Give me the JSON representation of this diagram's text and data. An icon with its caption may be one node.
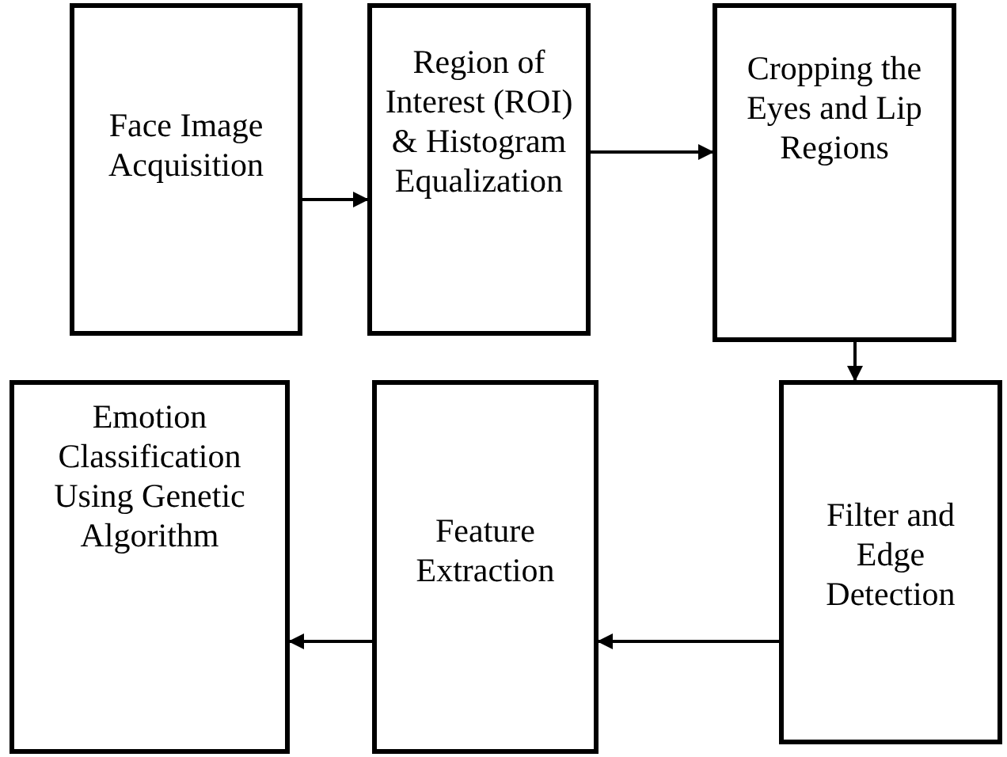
{
  "diagram": {
    "nodes": [
      {
        "text": [
          "Face Image Acquisition"
        ]
      },
      {
        "text": [
          "Region of Interest (ROI) & Histogram Equalization"
        ]
      },
      {
        "text": [
          "Cropping the Eyes and Lip Regions"
        ]
      },
      {
        "text": [
          "Filter and Edge Detection"
        ]
      },
      {
        "text": [
          "Feature Extraction"
        ]
      },
      {
        "text": [
          "Emotion Classification Using Genetic Algorithm"
        ]
      }
    ],
    "edges": [
      {
        "from": 0,
        "to": 1,
        "arrow": "to"
      },
      {
        "from": 1,
        "to": 2,
        "arrow": "to"
      },
      {
        "from": 2,
        "to": 3,
        "arrow": "to"
      },
      {
        "from": 3,
        "to": 4,
        "arrow": "to"
      },
      {
        "from": 4,
        "to": 5,
        "arrow": "to"
      }
    ]
  }
}
